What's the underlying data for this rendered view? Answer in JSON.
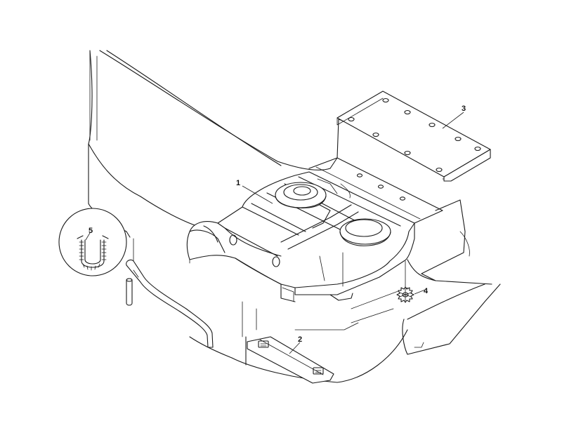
{
  "diagram": {
    "callouts": [
      {
        "id": "c1",
        "label": "1",
        "part": "body-panel"
      },
      {
        "id": "c2",
        "label": "2",
        "part": "bottom-bracket"
      },
      {
        "id": "c3",
        "label": "3",
        "part": "top-plate"
      },
      {
        "id": "c4",
        "label": "4",
        "part": "star-washer"
      },
      {
        "id": "c5",
        "label": "5",
        "part": "edge-clip-detail"
      }
    ],
    "colors": {
      "line": "#1a1a1a",
      "background": "#ffffff"
    }
  }
}
